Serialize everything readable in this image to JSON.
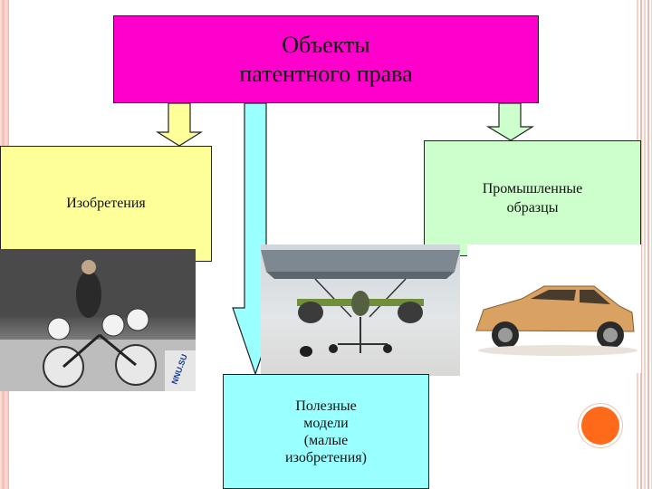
{
  "colors": {
    "title_fill": "#ff00cc",
    "inventions_fill": "#ffff99",
    "industrial_fill": "#ccffcc",
    "utility_fill": "#99ffff",
    "arrow_yellow": "#ffff99",
    "arrow_green": "#ccffcc",
    "arrow_cyan": "#99ffff",
    "accent_circle": "#ff6a1a",
    "stripe": "#f4b8ac"
  },
  "diagram": {
    "title_lines": [
      "Объекты",
      "патентного права"
    ],
    "inventions_label": "Изобретения",
    "industrial_lines": [
      "Промышленные",
      "образцы"
    ],
    "utility_lines": [
      "Полезные",
      "модели",
      "(малые",
      "изобретения)"
    ]
  },
  "photos": {
    "bicycle_watermark": "NNU.SU"
  }
}
